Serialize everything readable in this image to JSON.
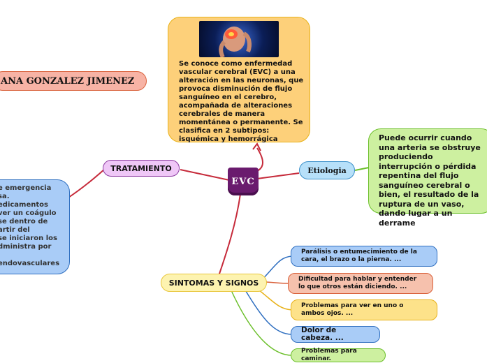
{
  "central": {
    "label": "EVC",
    "color": "#6a1b6e"
  },
  "name_node": {
    "label": "ANA GONZALEZ JIMENEZ"
  },
  "definition": {
    "text": "Se conoce como enfermedad vascular cerebral (EVC) a una alteración en las neuronas, que provoca disminución de flujo sanguíneo en el cerebro, acompañada de alteraciones cerebrales de manera momentánea o permanente. Se clasifica en 2 subtipos: isquémica y hemorrágica",
    "image": "brain-headache-image"
  },
  "etiologia": {
    "label": "Etiologia",
    "text": "Puede ocurrir cuando una arteria se obstruye produciendo interrupción o pérdida repentina del flujo sanguíneo cerebral o bien, el resultado de la ruptura de un vaso, dando lugar a un derrame"
  },
  "tratamiento": {
    "label": "TRATAMIENTO",
    "lines": [
      "e emergencia",
      "sa.",
      "edicamentos",
      "ver un coágulo",
      "se dentro de",
      "artir del",
      "se iniciaron los",
      "dministra por",
      "",
      "endovasculares"
    ]
  },
  "sintomas": {
    "label": "SINTOMAS Y SIGNOS",
    "items": [
      {
        "label": "Parálisis o entumecimiento de la cara, el brazo o la pierna. ...",
        "fill": "#a9ccf7",
        "stroke": "#2f6fc0"
      },
      {
        "label": "Dificultad para hablar y entender lo que otros están diciendo. ...",
        "fill": "#f6c1ad",
        "stroke": "#d9603a"
      },
      {
        "label": "Problemas para ver en uno o ambos ojos. ...",
        "fill": "#fde28a",
        "stroke": "#e8b21a"
      },
      {
        "label": "Dolor de cabeza. ...",
        "fill": "#a9ccf7",
        "stroke": "#2f6fc0"
      },
      {
        "label": "Problemas para caminar.",
        "fill": "#cdf0a0",
        "stroke": "#6bbf2a"
      }
    ]
  }
}
